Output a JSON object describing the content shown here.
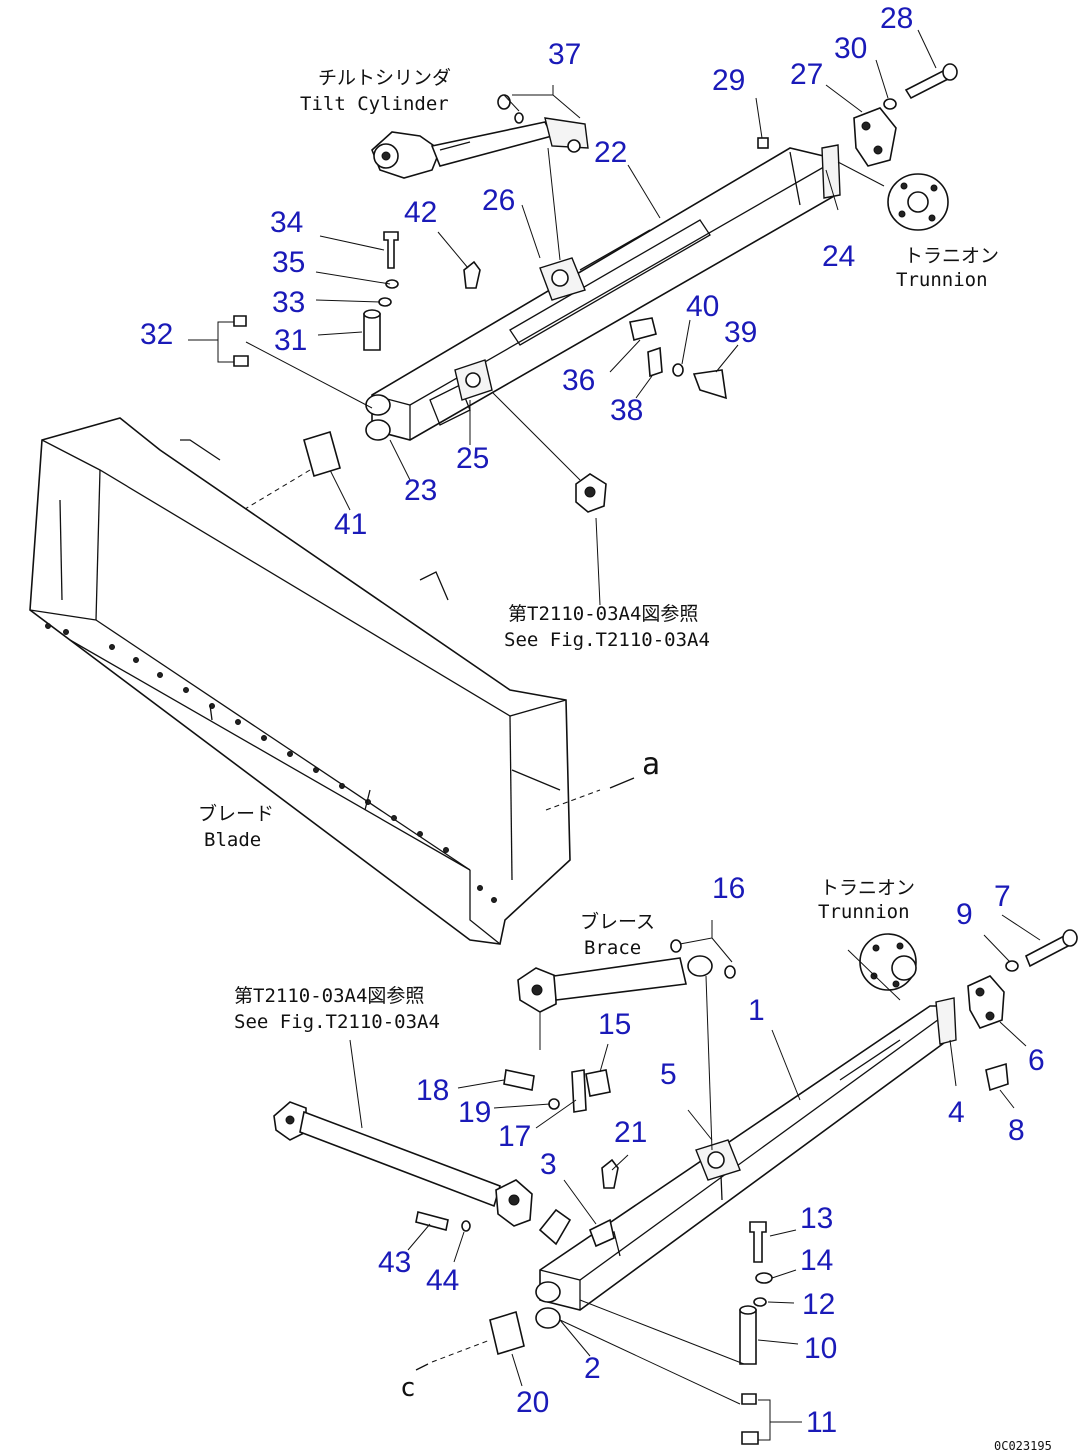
{
  "callouts": [
    {
      "id": "1",
      "label": "1"
    },
    {
      "id": "2",
      "label": "2"
    },
    {
      "id": "3",
      "label": "3"
    },
    {
      "id": "4",
      "label": "4"
    },
    {
      "id": "5",
      "label": "5"
    },
    {
      "id": "6",
      "label": "6"
    },
    {
      "id": "7",
      "label": "7"
    },
    {
      "id": "8",
      "label": "8"
    },
    {
      "id": "9",
      "label": "9"
    },
    {
      "id": "10",
      "label": "10"
    },
    {
      "id": "11",
      "label": "11"
    },
    {
      "id": "12",
      "label": "12"
    },
    {
      "id": "13",
      "label": "13"
    },
    {
      "id": "14",
      "label": "14"
    },
    {
      "id": "15",
      "label": "15"
    },
    {
      "id": "16",
      "label": "16"
    },
    {
      "id": "17",
      "label": "17"
    },
    {
      "id": "18",
      "label": "18"
    },
    {
      "id": "19",
      "label": "19"
    },
    {
      "id": "20",
      "label": "20"
    },
    {
      "id": "21",
      "label": "21"
    },
    {
      "id": "22",
      "label": "22"
    },
    {
      "id": "23",
      "label": "23"
    },
    {
      "id": "24",
      "label": "24"
    },
    {
      "id": "25",
      "label": "25"
    },
    {
      "id": "26",
      "label": "26"
    },
    {
      "id": "27",
      "label": "27"
    },
    {
      "id": "28",
      "label": "28"
    },
    {
      "id": "29",
      "label": "29"
    },
    {
      "id": "30",
      "label": "30"
    },
    {
      "id": "31",
      "label": "31"
    },
    {
      "id": "32",
      "label": "32"
    },
    {
      "id": "33",
      "label": "33"
    },
    {
      "id": "34",
      "label": "34"
    },
    {
      "id": "35",
      "label": "35"
    },
    {
      "id": "36",
      "label": "36"
    },
    {
      "id": "37",
      "label": "37"
    },
    {
      "id": "38",
      "label": "38"
    },
    {
      "id": "39",
      "label": "39"
    },
    {
      "id": "40",
      "label": "40"
    },
    {
      "id": "41",
      "label": "41"
    },
    {
      "id": "42",
      "label": "42"
    },
    {
      "id": "43",
      "label": "43"
    },
    {
      "id": "44",
      "label": "44"
    }
  ],
  "labels": {
    "tilt_cylinder_jp": "チルトシリンダ",
    "tilt_cylinder_en": "Tilt Cylinder",
    "trunnion_top_jp": "トラニオン",
    "trunnion_top_en": "Trunnion",
    "see_fig_top_jp": "第T2110-03A4図参照",
    "see_fig_top_en": "See Fig.T2110-03A4",
    "blade_jp": "ブレード",
    "blade_en": "Blade",
    "marker_a": "a",
    "trunnion_bottom_jp": "トラニオン",
    "trunnion_bottom_en": "Trunnion",
    "brace_jp": "ブレース",
    "brace_en": "Brace",
    "see_fig_bottom_jp": "第T2110-03A4図参照",
    "see_fig_bottom_en": "See Fig.T2110-03A4",
    "marker_c": "c",
    "drawing_number": "0C023195"
  },
  "colors": {
    "callout": "#1a1ab8",
    "line": "#111111",
    "background": "#ffffff"
  }
}
